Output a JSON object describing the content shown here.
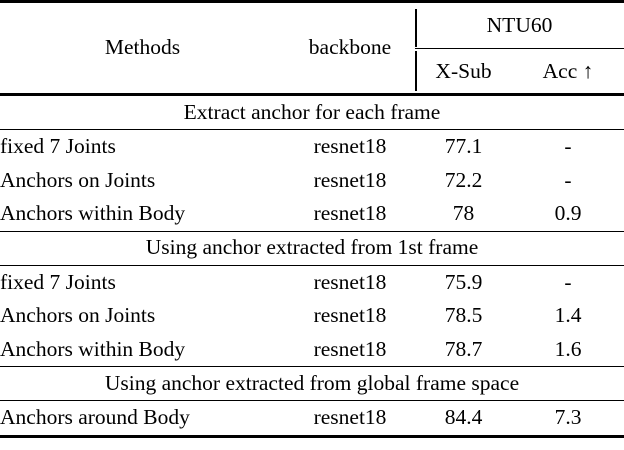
{
  "table": {
    "columns": {
      "methods": "Methods",
      "backbone": "backbone",
      "group": "NTU60",
      "xsub": "X-Sub",
      "acc": "Acc ↑"
    },
    "sections": [
      {
        "title": "Extract anchor for each frame",
        "rows": [
          {
            "method": "fixed 7 Joints",
            "backbone": "resnet18",
            "xsub": "77.1",
            "acc": "-"
          },
          {
            "method": "Anchors on Joints",
            "backbone": "resnet18",
            "xsub": "72.2",
            "acc": "-"
          },
          {
            "method": "Anchors within Body",
            "backbone": "resnet18",
            "xsub": "78",
            "acc": "0.9"
          }
        ]
      },
      {
        "title": "Using anchor extracted from 1st frame",
        "rows": [
          {
            "method": "fixed 7 Joints",
            "backbone": "resnet18",
            "xsub": "75.9",
            "acc": "-"
          },
          {
            "method": "Anchors on Joints",
            "backbone": "resnet18",
            "xsub": "78.5",
            "acc": "1.4"
          },
          {
            "method": "Anchors within Body",
            "backbone": "resnet18",
            "xsub": "78.7",
            "acc": "1.6"
          }
        ]
      },
      {
        "title": "Using anchor extracted from global frame space",
        "rows": [
          {
            "method": "Anchors around Body",
            "backbone": "resnet18",
            "xsub": "84.4",
            "acc": "7.3"
          }
        ]
      }
    ]
  },
  "style": {
    "rule_color": "#000000",
    "text_color": "#000000",
    "background": "#ffffff"
  }
}
